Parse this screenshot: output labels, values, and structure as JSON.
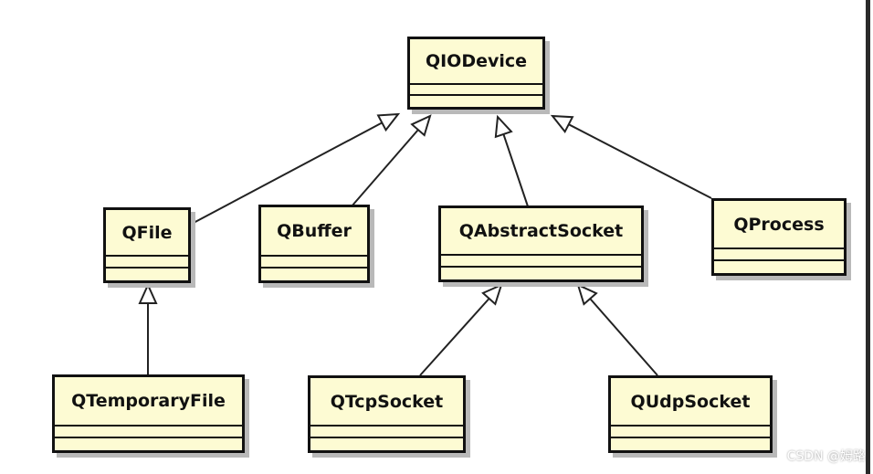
{
  "diagram": {
    "classes": [
      {
        "id": "qiodevice",
        "label": "QIODevice"
      },
      {
        "id": "qfile",
        "label": "QFile"
      },
      {
        "id": "qbuffer",
        "label": "QBuffer"
      },
      {
        "id": "qabstractsocket",
        "label": "QAbstractSocket"
      },
      {
        "id": "qprocess",
        "label": "QProcess"
      },
      {
        "id": "qtemporaryfile",
        "label": "QTemporaryFile"
      },
      {
        "id": "qtcpsocket",
        "label": "QTcpSocket"
      },
      {
        "id": "qudpsocket",
        "label": "QUdpSocket"
      }
    ],
    "relations": [
      {
        "from": "qfile",
        "to": "qiodevice",
        "type": "generalization"
      },
      {
        "from": "qbuffer",
        "to": "qiodevice",
        "type": "generalization"
      },
      {
        "from": "qabstractsocket",
        "to": "qiodevice",
        "type": "generalization"
      },
      {
        "from": "qprocess",
        "to": "qiodevice",
        "type": "generalization"
      },
      {
        "from": "qtemporaryfile",
        "to": "qfile",
        "type": "generalization"
      },
      {
        "from": "qtcpsocket",
        "to": "qabstractsocket",
        "type": "generalization"
      },
      {
        "from": "qudpsocket",
        "to": "qabstractsocket",
        "type": "generalization"
      }
    ],
    "colors": {
      "class_fill": "#fdfbd3",
      "border": "#111111",
      "shadow": "#b9b9b9"
    }
  },
  "watermark": "CSDN @姆路"
}
